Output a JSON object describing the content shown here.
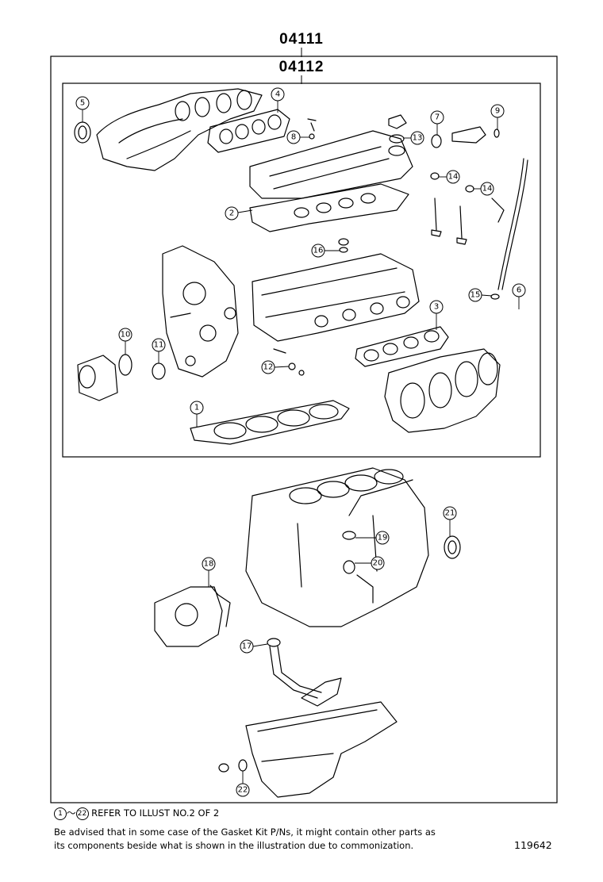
{
  "diagram": {
    "outer_kit_number": "04111",
    "inner_kit_number": "04112",
    "callouts": [
      {
        "id": "c1",
        "label": "1"
      },
      {
        "id": "c2",
        "label": "2"
      },
      {
        "id": "c3",
        "label": "3"
      },
      {
        "id": "c4",
        "label": "4"
      },
      {
        "id": "c5",
        "label": "5"
      },
      {
        "id": "c6",
        "label": "6"
      },
      {
        "id": "c7",
        "label": "7"
      },
      {
        "id": "c8",
        "label": "8"
      },
      {
        "id": "c9",
        "label": "9"
      },
      {
        "id": "c10",
        "label": "10"
      },
      {
        "id": "c11",
        "label": "11"
      },
      {
        "id": "c12",
        "label": "12"
      },
      {
        "id": "c13",
        "label": "13"
      },
      {
        "id": "c14a",
        "label": "14"
      },
      {
        "id": "c14b",
        "label": "14"
      },
      {
        "id": "c15",
        "label": "15"
      },
      {
        "id": "c16",
        "label": "16"
      },
      {
        "id": "c17",
        "label": "17"
      },
      {
        "id": "c18",
        "label": "18"
      },
      {
        "id": "c19",
        "label": "19"
      },
      {
        "id": "c20",
        "label": "20"
      },
      {
        "id": "c21",
        "label": "21"
      },
      {
        "id": "c22",
        "label": "22"
      }
    ]
  },
  "footer": {
    "range_start": "1",
    "range_end": "22",
    "range_separator": "～",
    "refer_text": "REFER TO ILLUST NO.2 OF 2",
    "note_line1": "Be advised that in some case of the Gasket Kit P/Ns,  it might contain other parts as",
    "note_line2": "its components beside what is shown in the illustration due to commonization.",
    "illustration_id": "119642"
  }
}
